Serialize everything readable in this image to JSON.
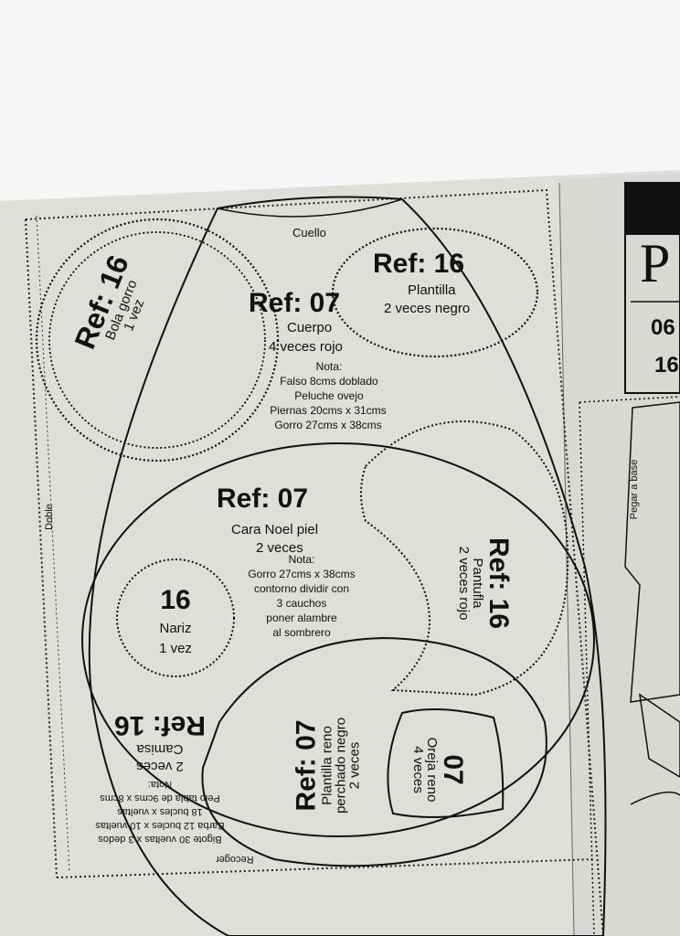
{
  "pieces": {
    "bola_gorro": {
      "ref": "Ref: 16",
      "name": "Bola gorro",
      "qty": "1 vez"
    },
    "cuerpo": {
      "ref": "Ref: 07",
      "name": "Cuerpo",
      "qty": "4 veces rojo",
      "nota_label": "Nota:",
      "nota": [
        "Falso 8cms doblado",
        "Peluche ovejo",
        "Piernas 20cms x 31cms",
        "Gorro 27cms x 38cms"
      ]
    },
    "plantilla": {
      "ref": "Ref: 16",
      "name": "Plantilla",
      "qty": "2 veces negro"
    },
    "cara": {
      "ref": "Ref: 07",
      "name": "Cara Noel piel",
      "qty": "2 veces",
      "nota_label": "Nota:",
      "nota": [
        "Gorro 27cms x 38cms",
        "contorno dividir con",
        "3 cauchos",
        "poner alambre",
        "al sombrero"
      ]
    },
    "pantufla": {
      "ref": "Ref: 16",
      "name": "Pantufla",
      "qty": "2 veces rojo"
    },
    "nariz": {
      "num": "16",
      "name": "Nariz",
      "qty": "1 vez"
    },
    "plantilla_reno": {
      "ref": "Ref: 07",
      "name": "Plantilla reno",
      "desc": "perchado negro",
      "qty": "2 veces"
    },
    "oreja_reno": {
      "num": "07",
      "name": "Oreja reno",
      "qty": "4 veces"
    },
    "camisa": {
      "ref": "Ref: 16",
      "name": "Camisa",
      "qty": "2 veces",
      "nota_label": "Nota:",
      "nota": [
        "Pelo tabla de 9cms x 8cms",
        "18 bucles x vueltas",
        "Barba 12 bucles x 10 vueltas",
        "Bigote 30 vueltas x 3 dedos"
      ]
    }
  },
  "labels": {
    "cuello": "Cuello",
    "doble": "Doble",
    "recoger": "Recoger",
    "pegar_a_base": "Pegar a base"
  },
  "edge": {
    "logo_text": "P",
    "code_1": "06",
    "code_2": "16"
  }
}
